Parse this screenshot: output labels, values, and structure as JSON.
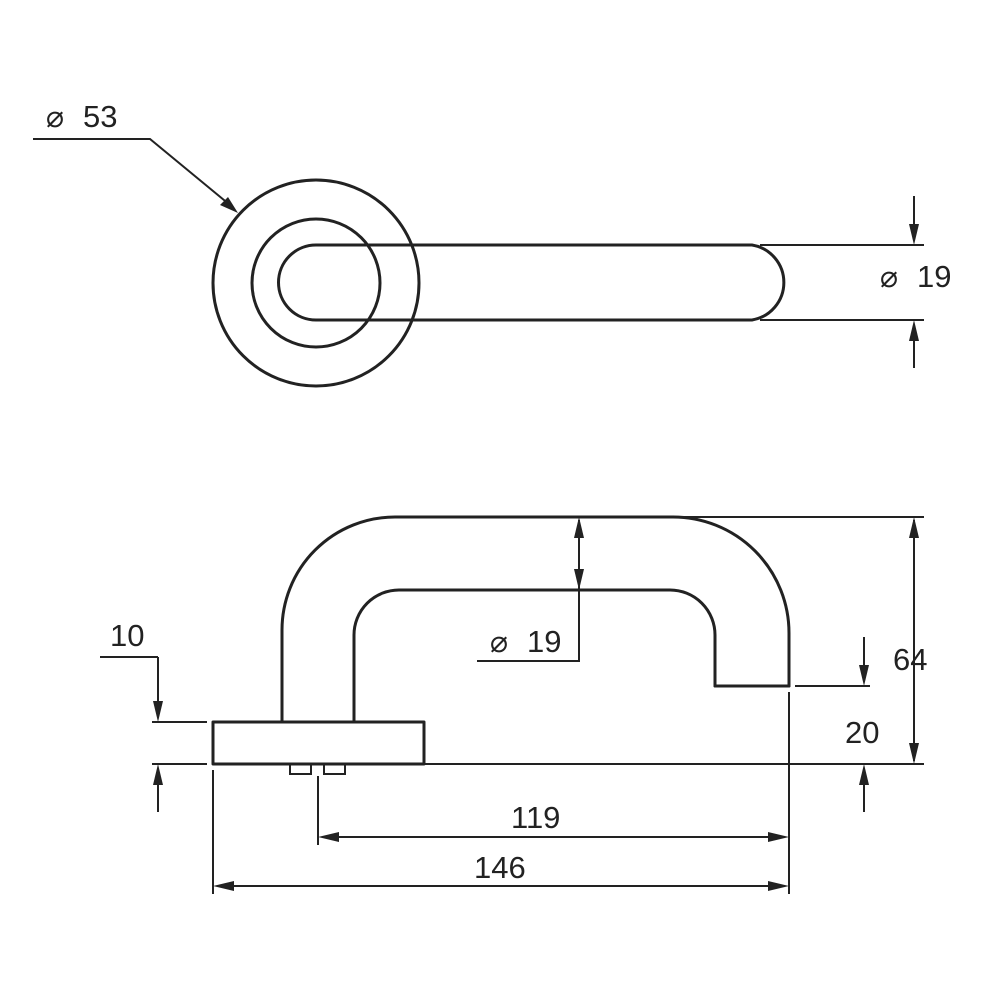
{
  "top_view": {
    "rose_diameter": {
      "symbol": "⌀",
      "value": "53"
    },
    "lever_diameter": {
      "symbol": "⌀",
      "value": "19"
    }
  },
  "side_view": {
    "lever_diameter": {
      "symbol": "⌀",
      "value": "19"
    },
    "rose_thickness": "10",
    "projection": "64",
    "end_height": "20",
    "spindle_to_end": "119",
    "overall_length": "146"
  },
  "colors": {
    "line": "#222222",
    "background": "#ffffff"
  }
}
